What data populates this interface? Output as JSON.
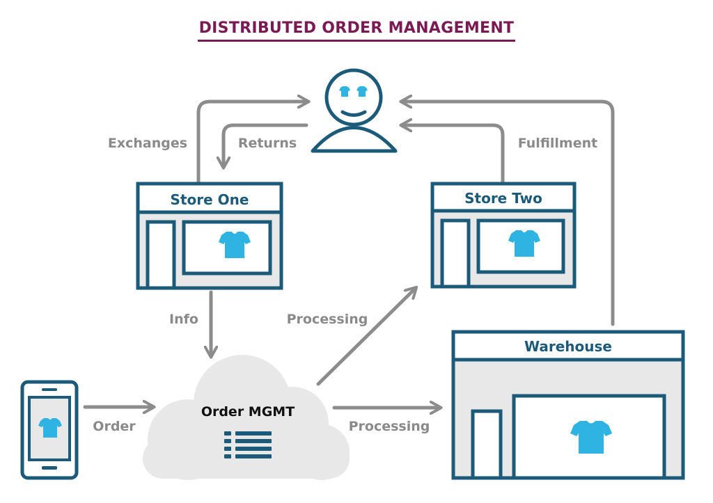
{
  "title": "DISTRIBUTED ORDER MANAGEMENT",
  "nodes": {
    "store_one": "Store One",
    "store_two": "Store Two",
    "warehouse": "Warehouse",
    "order_mgmt": "Order MGMT"
  },
  "edges": {
    "exchanges": "Exchanges",
    "returns": "Returns",
    "fulfillment": "Fulfillment",
    "info": "Info",
    "processing_store_two": "Processing",
    "order": "Order",
    "processing_warehouse": "Processing"
  },
  "icons": {
    "customer": "customer-icon",
    "shirt": "tshirt-icon",
    "phone": "smartphone-icon",
    "list": "list-icon",
    "cloud": "cloud-icon"
  },
  "colors": {
    "title": "#7b1a52",
    "outline": "#1b5a78",
    "accent": "#2eb3e3",
    "arrow": "#8c8c8c",
    "label": "#8a8a8a",
    "fill": "#e8e8e8"
  }
}
